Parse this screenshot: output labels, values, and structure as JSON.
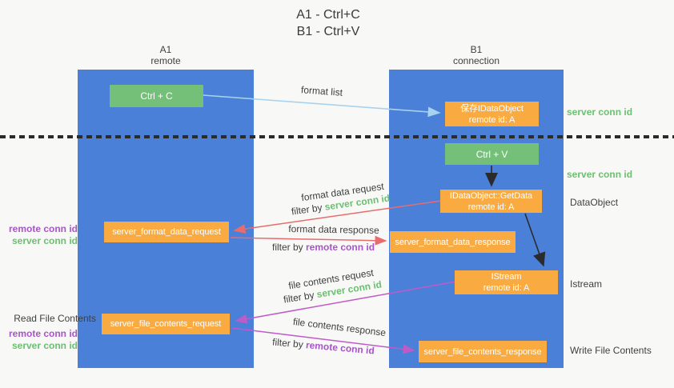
{
  "title": {
    "line1": "A1 - Ctrl+C",
    "line2": "B1 - Ctrl+V"
  },
  "lanes": {
    "a1": {
      "name": "A1",
      "subtitle": "remote"
    },
    "b1": {
      "name": "B1",
      "subtitle": "connection"
    }
  },
  "nodes": {
    "ctrl_c": {
      "label": "Ctrl + C"
    },
    "save_dataobject": {
      "line1": "保存IDataObject",
      "line2": "remote id: A"
    },
    "ctrl_v": {
      "label": "Ctrl + V"
    },
    "getdata": {
      "line1": "IDataObject::GetData",
      "line2": "remote id: A"
    },
    "format_request": {
      "label": "server_format_data_request"
    },
    "format_response": {
      "label": "server_format_data_response"
    },
    "istream": {
      "line1": "IStream",
      "line2": "remote id: A"
    },
    "file_request": {
      "label": "server_file_contents_request"
    },
    "file_response": {
      "label": "server_file_contents_response"
    }
  },
  "arrow_labels": {
    "format_list": "format list",
    "format_data_request": "format data request",
    "format_data_request_filter": {
      "prefix": "filter by ",
      "key": "server conn id"
    },
    "format_data_response": "format data response",
    "format_data_response_filter": {
      "prefix": "filter by ",
      "key": "remote conn id"
    },
    "file_contents_request": "file contents request",
    "file_contents_request_filter": {
      "prefix": "filter by ",
      "key": "server conn id"
    },
    "file_contents_response": "file contents response",
    "file_contents_response_filter": {
      "prefix": "filter by ",
      "key": "remote conn id"
    }
  },
  "side_labels": {
    "server_conn_id_top": "server conn id",
    "server_conn_id_mid": "server conn id",
    "dataobject": "DataObject",
    "istream": "Istream",
    "write_file_contents": "Write File Contents",
    "read_file_contents": "Read File Contents",
    "left_top": {
      "remote": "remote conn id",
      "server": "server conn id"
    },
    "left_bottom": {
      "remote": "remote conn id",
      "server": "server conn id"
    }
  },
  "colors": {
    "background": "#f8f8f7",
    "lane_blue": "#4a80d8",
    "node_green": "#74c078",
    "node_orange": "#f9ab42",
    "arrow_lightblue": "#a9d2ef",
    "arrow_red": "#e86c6c",
    "arrow_purple": "#c05ac8",
    "arrow_black": "#2b2b2b",
    "text_green": "#6cbf70",
    "text_purple": "#a855c8",
    "text_dark": "#3f3f3f"
  }
}
